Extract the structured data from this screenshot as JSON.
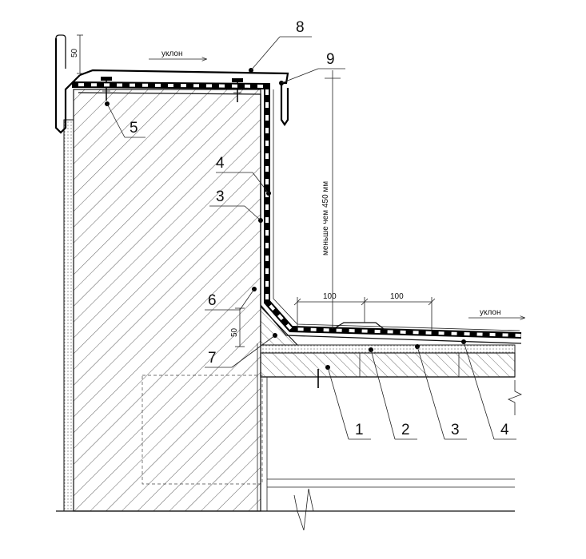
{
  "diagram": {
    "slope_label_top": "уклон",
    "slope_label_right": "уклон",
    "dimension_vertical": "меньше чем 450 мм",
    "dimension_50_top": "50",
    "dimension_50_fillet": "50",
    "dimension_100_left": "100",
    "dimension_100_right": "100",
    "callouts": [
      {
        "id": "callout-1",
        "text": "1"
      },
      {
        "id": "callout-2",
        "text": "2"
      },
      {
        "id": "callout-3-bottom",
        "text": "3"
      },
      {
        "id": "callout-4-bottom",
        "text": "4"
      },
      {
        "id": "callout-3-wall",
        "text": "3"
      },
      {
        "id": "callout-4-wall",
        "text": "4"
      },
      {
        "id": "callout-5",
        "text": "5"
      },
      {
        "id": "callout-6",
        "text": "6"
      },
      {
        "id": "callout-7",
        "text": "7"
      },
      {
        "id": "callout-8",
        "text": "8"
      },
      {
        "id": "callout-9",
        "text": "9"
      }
    ]
  }
}
